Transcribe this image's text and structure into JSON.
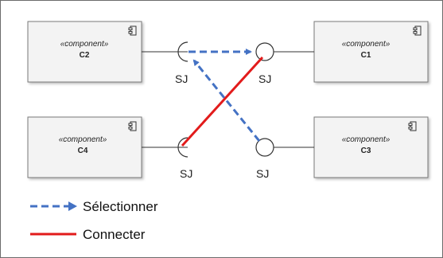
{
  "components": [
    {
      "id": "c2",
      "stereotype": "«component»",
      "name": "C2"
    },
    {
      "id": "c1",
      "stereotype": "«component»",
      "name": "C1"
    },
    {
      "id": "c4",
      "stereotype": "«component»",
      "name": "C4"
    },
    {
      "id": "c3",
      "stereotype": "«component»",
      "name": "C3"
    }
  ],
  "ports": {
    "top_left": "SJ",
    "top_right": "SJ",
    "bottom_left": "SJ",
    "bottom_right": "SJ"
  },
  "legend": {
    "select_label": "Sélectionner",
    "connect_label": "Connecter"
  },
  "colors": {
    "select_line": "#4472c4",
    "connect_line": "#e21b1b",
    "box_fill": "#f3f3f3",
    "box_border": "#7a7a7a"
  }
}
